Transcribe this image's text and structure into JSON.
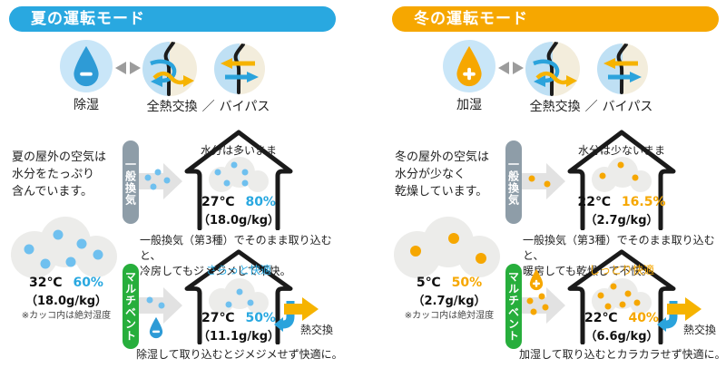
{
  "colors": {
    "summer_accent": "#29A8E0",
    "winter_accent": "#F6A700",
    "band_general": "#8E9DA8",
    "band_multivent": "#27AE3C",
    "mode_circle_bg": "#C9E6F8",
    "exchange_outdoor_half": "#BFE0F4",
    "exchange_indoor_half": "#F3EDDC"
  },
  "panels": [
    {
      "title": "夏の運転モード",
      "mode": {
        "label": "除湿",
        "icon": "water-drop-minus-icon"
      },
      "exchange": {
        "label": "全熱交換",
        "separator": "／",
        "bypass": "バイパス"
      },
      "outdoor": {
        "line1": "夏の屋外の空気は",
        "line2": "水分をたっぷり",
        "line3": "含んでいます。",
        "temp": "32℃",
        "humidity": "60%",
        "absolute": "（18.0g/kg）",
        "note": "※カッコ内は絶対湿度"
      },
      "general": {
        "band": "一般換気",
        "house_label": "水分は多いまま",
        "temp": "27℃",
        "humidity": "80%",
        "absolute": "（18.0g/kg）",
        "caption1": "一般換気（第3種）でそのまま取り込むと、",
        "caption2": "冷房してもジメジメして不快。"
      },
      "multivent": {
        "band": "マルチベント",
        "house_label": "さらっと快適",
        "temp": "27℃",
        "humidity": "50%",
        "absolute": "（11.1g/kg）",
        "heat_exchange": "熱交換",
        "caption": "除湿して取り込むとジメジメせず快適に。"
      }
    },
    {
      "title": "冬の運転モード",
      "mode": {
        "label": "加湿",
        "icon": "water-drop-plus-icon"
      },
      "exchange": {
        "label": "全熱交換",
        "separator": "／",
        "bypass": "バイパス"
      },
      "outdoor": {
        "line1": "冬の屋外の空気は",
        "line2": "水分が少なく",
        "line3": "乾燥しています。",
        "temp": "5℃",
        "humidity": "50%",
        "absolute": "（2.7g/kg）",
        "note": "※カッコ内は絶対湿度"
      },
      "general": {
        "band": "一般換気",
        "house_label": "水分は少ないまま",
        "temp": "22℃",
        "humidity": "16.5%",
        "absolute": "（2.7g/kg）",
        "caption1": "一般換気（第3種）でそのまま取り込むと、",
        "caption2": "暖房しても乾燥して不快。"
      },
      "multivent": {
        "band": "マルチベント",
        "house_label": "しっとり快適",
        "temp": "22℃",
        "humidity": "40%",
        "absolute": "（6.6g/kg）",
        "heat_exchange": "熱交換",
        "caption": "加湿して取り込むとカラカラせず快適に。"
      }
    }
  ]
}
